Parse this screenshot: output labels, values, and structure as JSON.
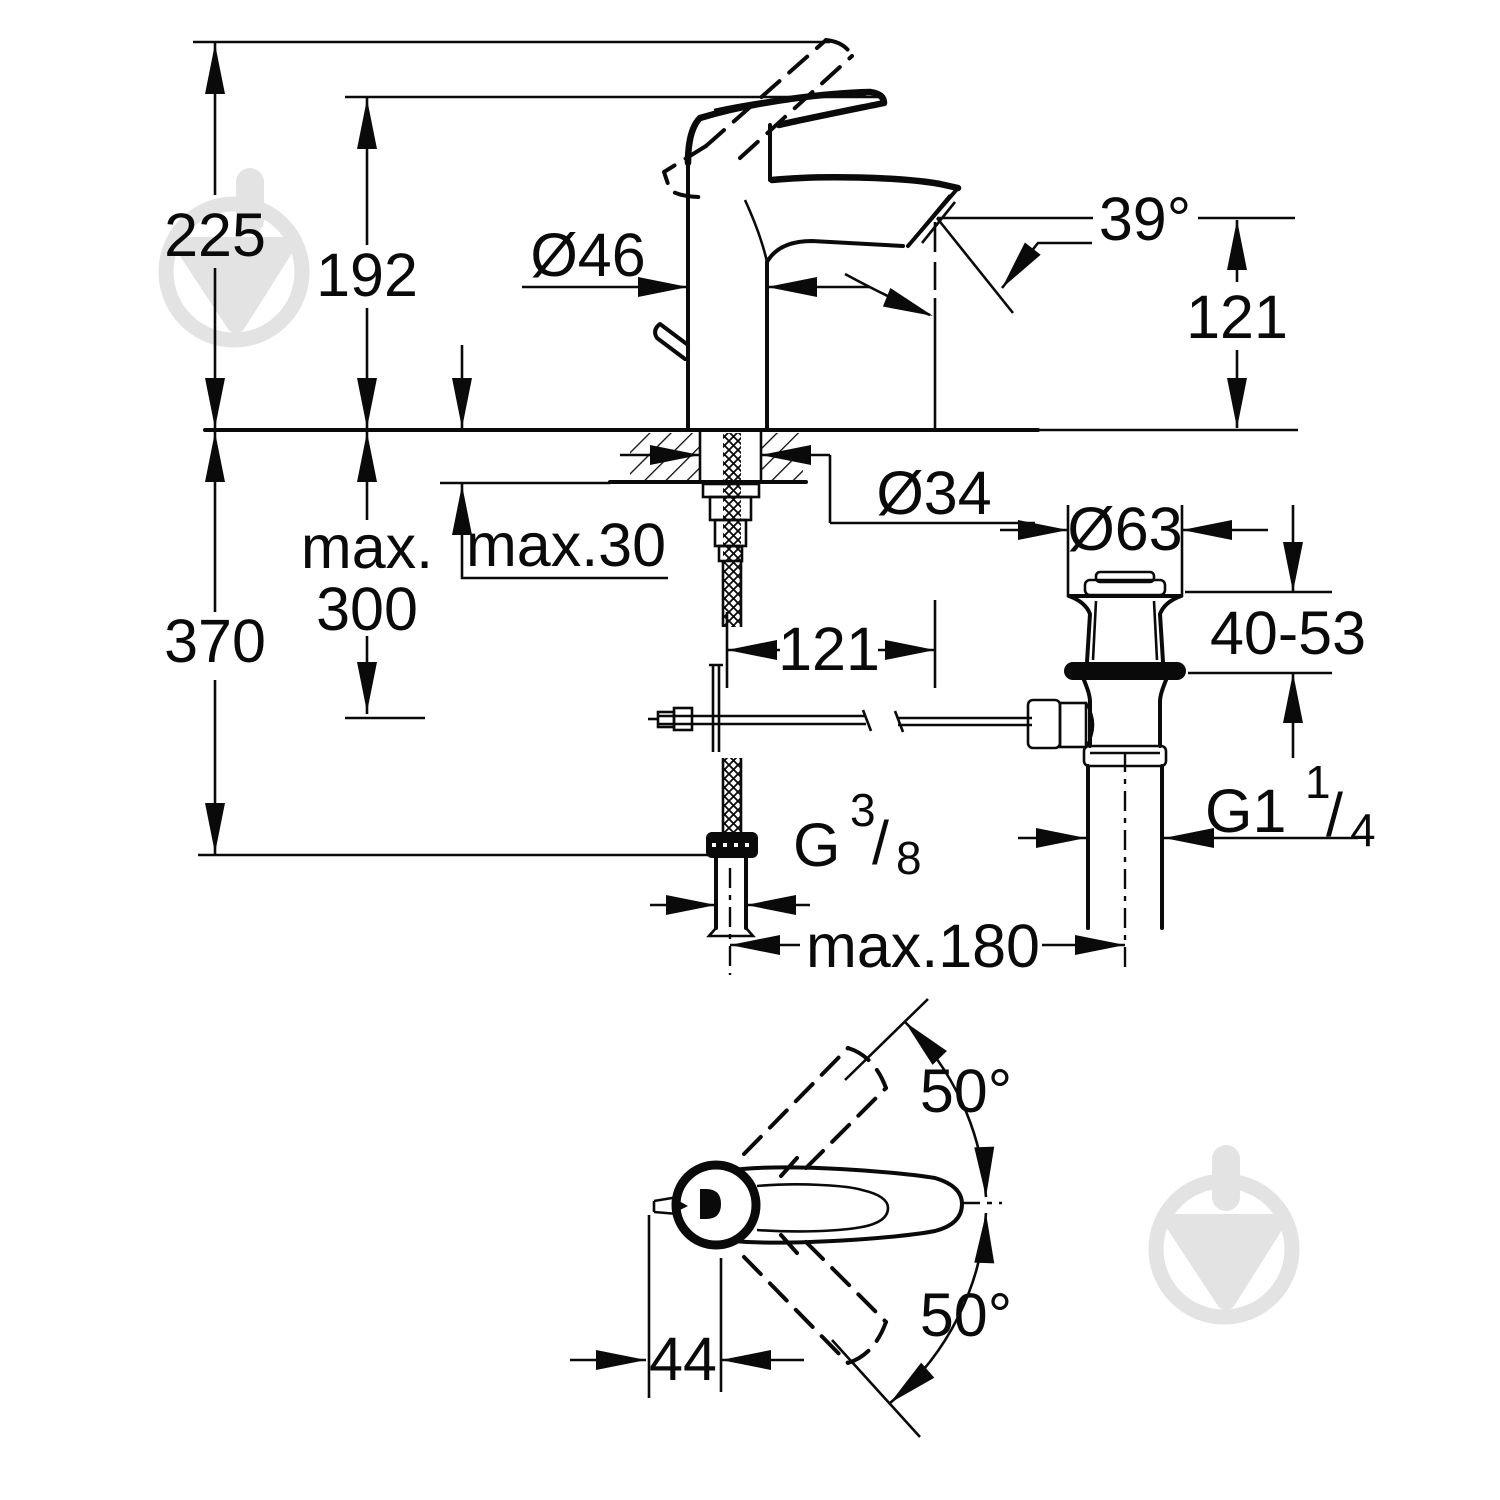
{
  "figure": {
    "background": "#ffffff",
    "line_color": "#0a0a0a",
    "watermark_color": "#e3e3e3",
    "description_labels": {
      "total_height": "225",
      "spout_top_height": "192",
      "body_diameter": "Ø46",
      "stream_angle": "39°",
      "outlet_height": "121",
      "shank_diameter": "Ø34",
      "deck_thickness_max": "max.30",
      "hose_length_max_line1": "max.",
      "hose_length_max_line2": "300",
      "below_deck_depth": "370",
      "spout_reach": "121",
      "waste_cap_diameter": "Ø63",
      "mounting_range": "40-53",
      "waste_thread_base": "G1",
      "waste_thread_sup": "1",
      "waste_thread_slash": "/",
      "waste_thread_sub": "4",
      "hose_thread_base": "G",
      "hose_thread_sup": "3",
      "hose_thread_slash": "/",
      "hose_thread_sub": "8",
      "rod_reach_max": "max.180",
      "handle_swivel_up": "50°",
      "handle_swivel_down": "50°",
      "handle_offset": "44"
    }
  },
  "labels": {
    "total_height": "225",
    "spout_height": "192",
    "body_diameter": "Ø46",
    "angle39": "39°",
    "outlet_height": "121",
    "shank_diameter": "Ø34",
    "max30": "max.30",
    "max_word": "max.",
    "d300": "300",
    "d370": "370",
    "reach121": "121",
    "dia63": "Ø63",
    "range4053": "40-53",
    "g114_base": "G1",
    "g114_sup": "1",
    "g114_slash": "/",
    "g114_sub": "4",
    "g38_base": "G",
    "g38_sup": "3",
    "g38_slash": "/",
    "g38_sub": "8",
    "max180": "max.180",
    "angle50_top": "50°",
    "angle50_bottom": "50°",
    "d44": "44"
  }
}
